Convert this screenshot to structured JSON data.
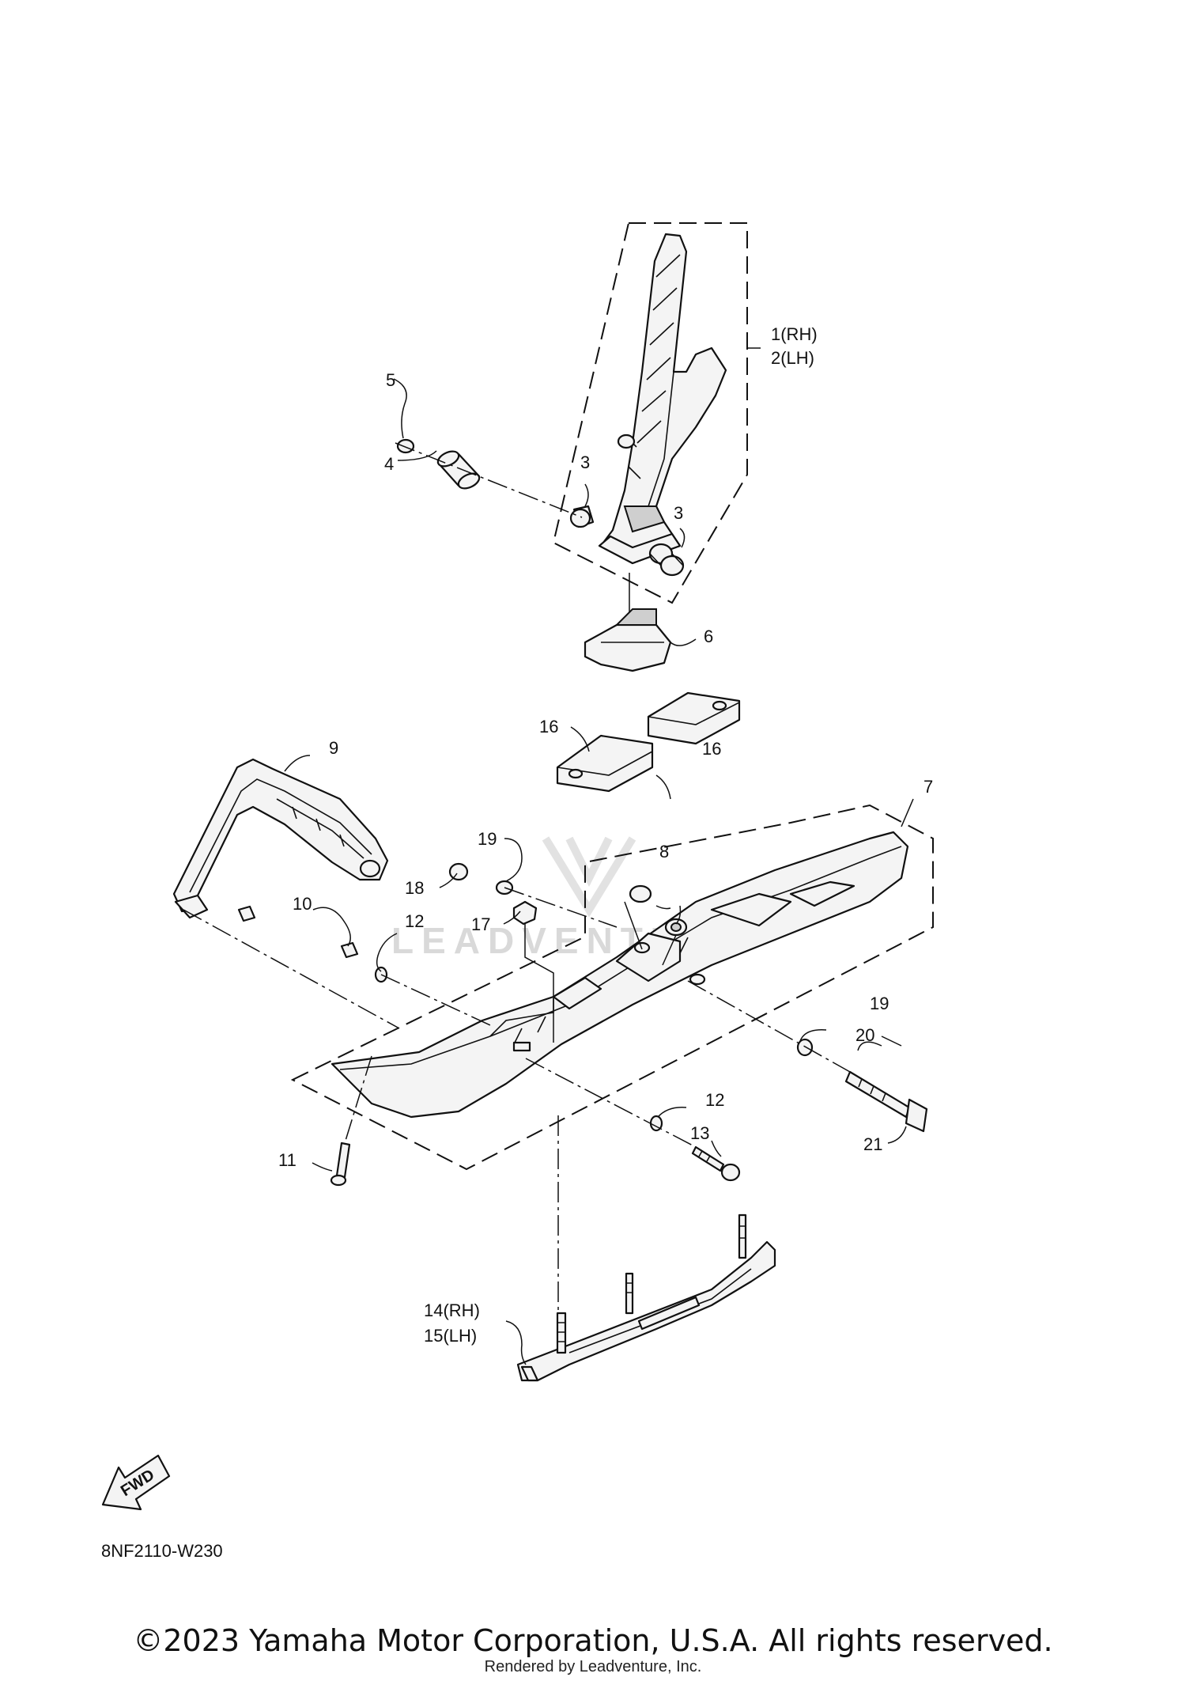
{
  "diagram": {
    "code": "8NF2110-W230",
    "fwd_label": "FWD",
    "watermark_text": "LEADVENTURE",
    "copyright": "©2023 Yamaha Motor Corporation, U.S.A. All rights reserved.",
    "rendered_by": "Rendered by Leadventure, Inc.",
    "callouts": {
      "c1": "1(RH)",
      "c2": "2(LH)",
      "c3a": "3",
      "c3b": "3",
      "c4": "4",
      "c5": "5",
      "c6": "6",
      "c7": "7",
      "c8": "8",
      "c9": "9",
      "c10": "10",
      "c11": "11",
      "c12a": "12",
      "c12b": "12",
      "c13": "13",
      "c14": "14(RH)",
      "c15": "15(LH)",
      "c16a": "16",
      "c16b": "16",
      "c17": "17",
      "c18": "18",
      "c19a": "19",
      "c19b": "19",
      "c20": "20",
      "c21": "21"
    }
  }
}
